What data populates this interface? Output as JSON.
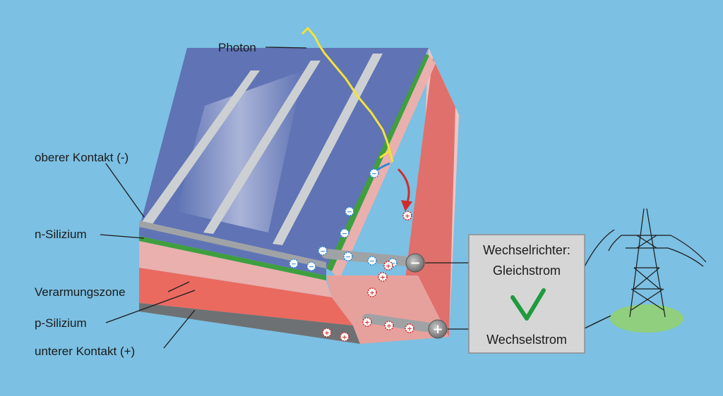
{
  "labels": {
    "photon": "Photon",
    "top_contact": "oberer Kontakt (-)",
    "n_silicon": "n-Silizium",
    "depletion_zone": "Verarmungszone",
    "p_silicon": "p-Silizium",
    "bottom_contact": "unterer Kontakt (+)"
  },
  "inverter": {
    "title": "Wechselrichter:",
    "input": "Gleichstrom",
    "output": "Wechselstrom"
  },
  "terminals": {
    "negative": "−",
    "positive": "+"
  },
  "charges": {
    "electron": "−",
    "hole": "+"
  },
  "colors": {
    "background": "#7cc0e3",
    "panel_top": "#5f73b5",
    "n_layer": "#3f9f3f",
    "depletion": "#e9b0ad",
    "p_layer": "#ea6a60",
    "contact": "#a0a3a6",
    "photon": "#f3e23a",
    "electron": "#2f86d1",
    "hole": "#d12b2b",
    "inverter_box": "#d6d6d6",
    "ac_arrow": "#1f9a3c",
    "ground": "#8fcf7d"
  },
  "icons": [
    "photon-wave-icon",
    "electron-icon",
    "hole-icon",
    "minus-terminal-icon",
    "plus-terminal-icon",
    "down-arrow-icon",
    "power-pylon-icon"
  ]
}
